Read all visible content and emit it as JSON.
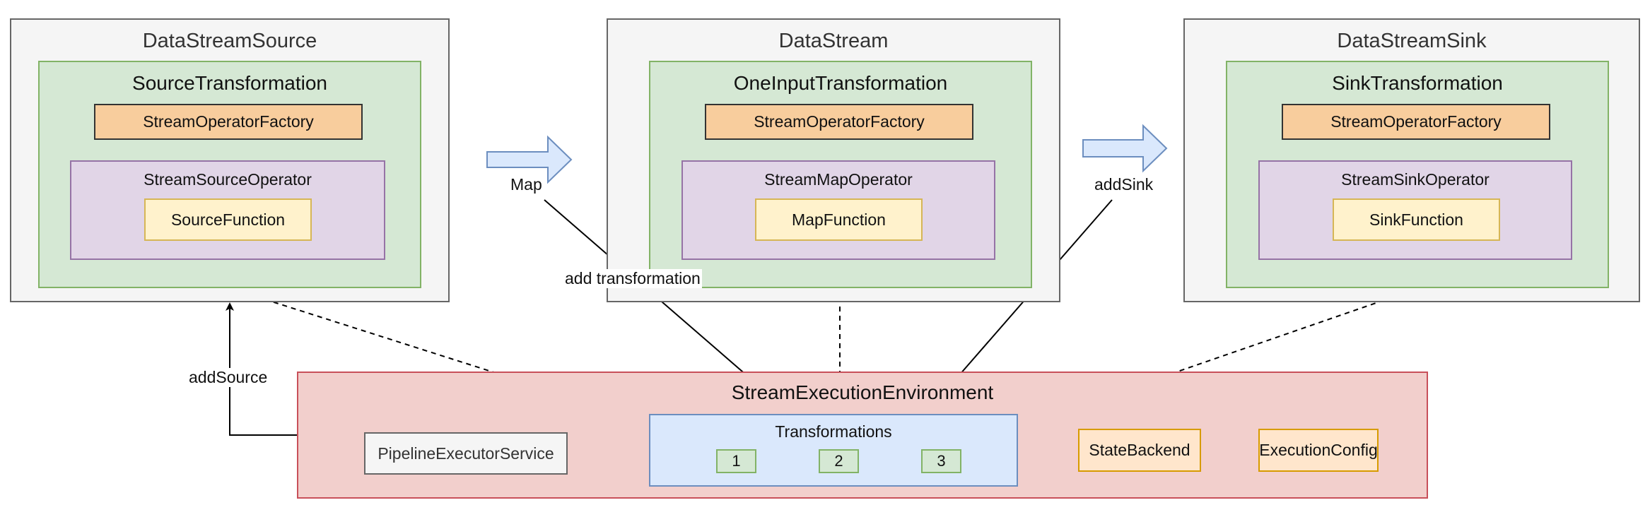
{
  "source": {
    "title": "DataStreamSource",
    "transformation": "SourceTransformation",
    "factory": "StreamOperatorFactory",
    "operator": "StreamSourceOperator",
    "function": "SourceFunction"
  },
  "stream": {
    "title": "DataStream",
    "transformation": "OneInputTransformation",
    "factory": "StreamOperatorFactory",
    "operator": "StreamMapOperator",
    "function": "MapFunction"
  },
  "sink": {
    "title": "DataStreamSink",
    "transformation": "SinkTransformation",
    "factory": "StreamOperatorFactory",
    "operator": "StreamSinkOperator",
    "function": "SinkFunction"
  },
  "environment": {
    "title": "StreamExecutionEnvironment",
    "pipeline": "PipelineExecutorService",
    "transformations": {
      "title": "Transformations",
      "slots": [
        "1",
        "2",
        "3"
      ]
    },
    "state_backend": "StateBackend",
    "execution_config": "ExecutionConfig"
  },
  "edges": {
    "map": "Map",
    "add_sink": "addSink",
    "add_transformation": "add transformation",
    "add_source": "addSource"
  },
  "colors": {
    "container_fill": "#f5f5f5",
    "transformation_fill": "#d5e8d4",
    "factory_fill": "#f8cd9d",
    "operator_fill": "#e1d5e7",
    "function_fill": "#fff2cc",
    "environment_fill": "#f2cfcc",
    "transformations_fill": "#dae8fc",
    "config_fill": "#ffe6cc",
    "arrow_fill": "#dae8fc"
  }
}
